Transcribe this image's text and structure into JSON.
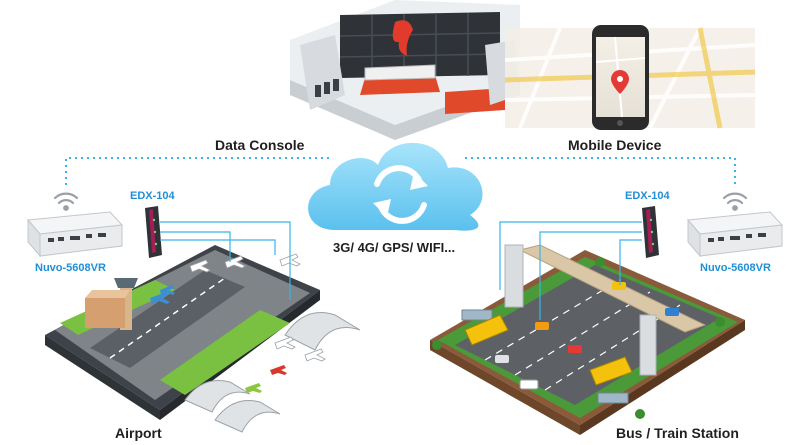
{
  "labels": {
    "data_console": "Data Console",
    "mobile_device": "Mobile Device",
    "network": "3G/ 4G/ GPS/ WIFI...",
    "edx_left": "EDX-104",
    "edx_right": "EDX-104",
    "nuvo_left": "Nuvo-5608VR",
    "nuvo_right": "Nuvo-5608VR",
    "airport": "Airport",
    "station": "Bus / Train Station"
  },
  "colors": {
    "accent_blue": "#1f8fd6",
    "link_dotted": "#3ab4e6",
    "cloud": "#7fd3f5",
    "ground_green": "#7ac142",
    "runway": "#6b6f73",
    "console_red": "#e04a2b",
    "bus_yellow": "#f4c20d"
  },
  "icons": [
    "wifi-icon",
    "sync-icon",
    "map-pin-icon",
    "airplane-icon",
    "bus-icon",
    "car-icon"
  ]
}
